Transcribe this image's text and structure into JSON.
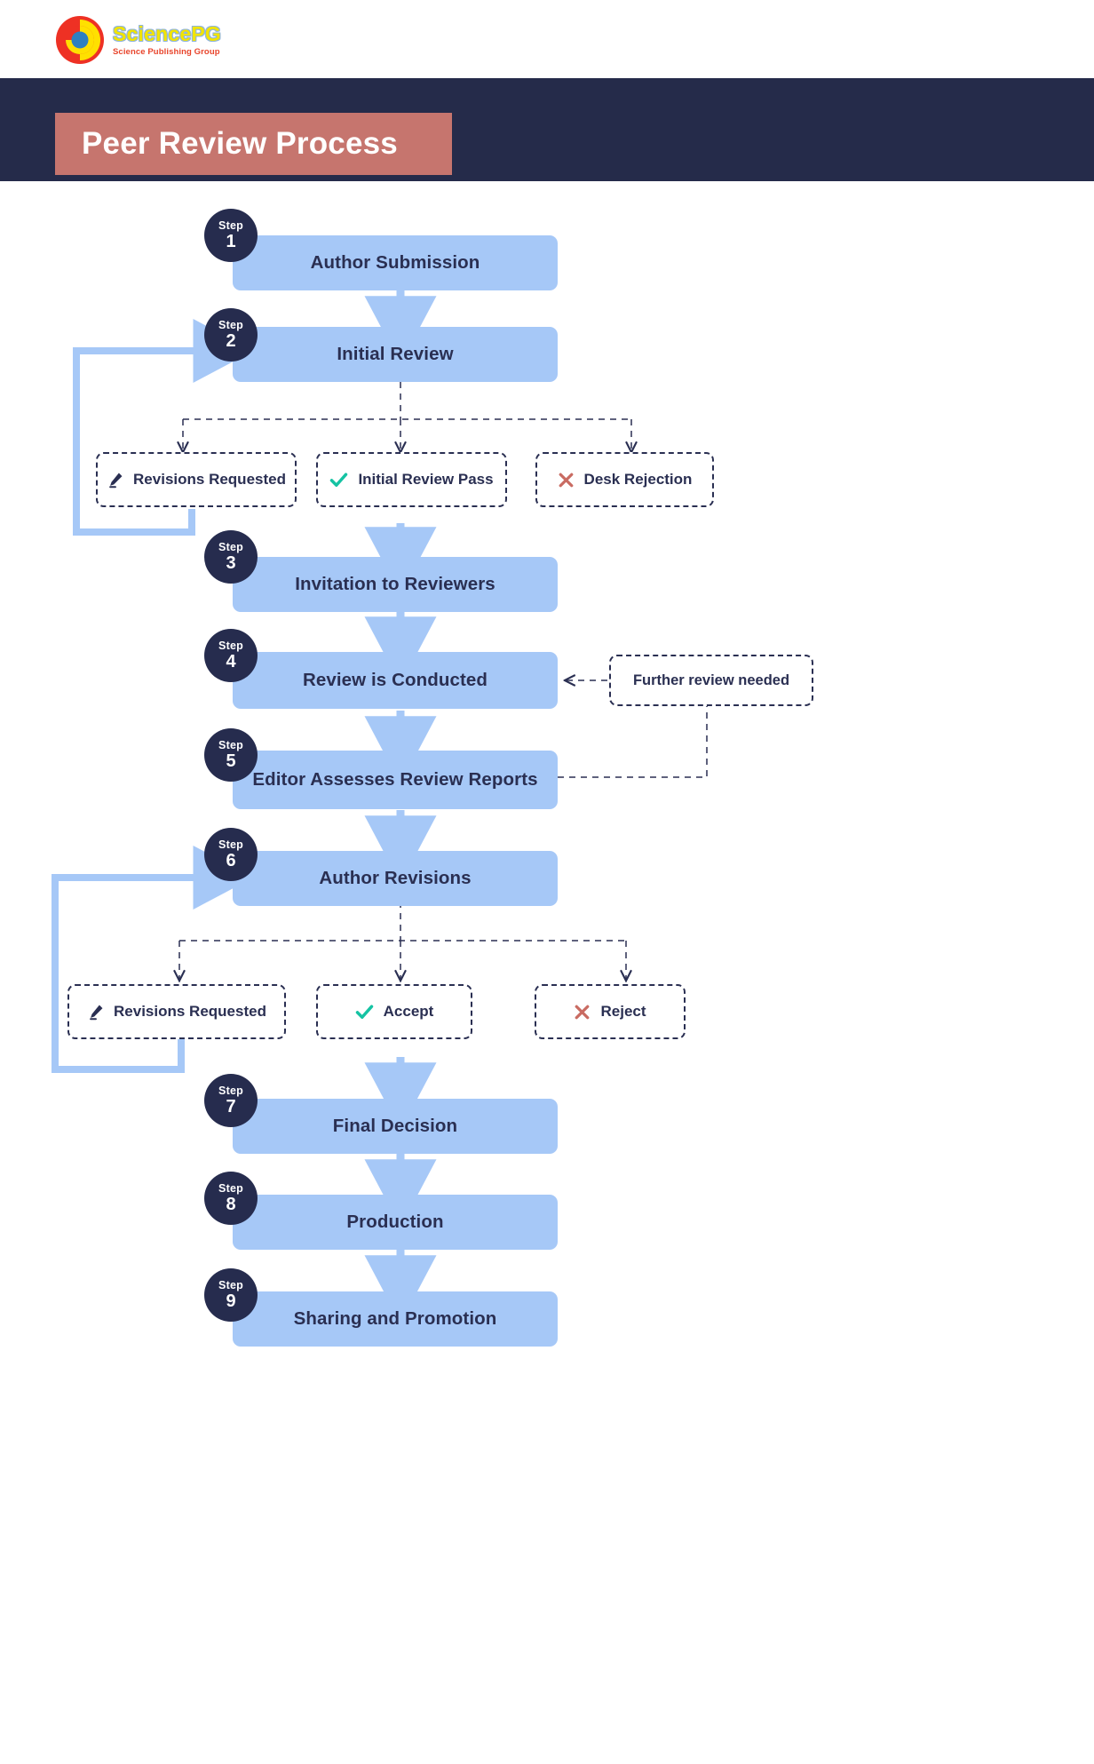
{
  "header": {
    "logo": {
      "mark_icon": "sciencepg-circular-logo",
      "title": "SciencePG",
      "subtitle": "Science Publishing Group"
    },
    "banner_title": "Peer Review Process"
  },
  "colors": {
    "navy_band": "#252B4A",
    "banner": "#C6756E",
    "step_box": "#A6C8F7",
    "step_badge": "#262C4E",
    "text_navy": "#2A2F52",
    "arrow_blue": "#A6C8F7",
    "check_teal": "#15C3A3",
    "cross_red": "#C96B62",
    "pencil_navy": "#2A2F52"
  },
  "flow": {
    "steps": [
      {
        "n": "1",
        "step_label": "Step",
        "title": "Author Submission"
      },
      {
        "n": "2",
        "step_label": "Step",
        "title": "Initial Review"
      },
      {
        "n": "3",
        "step_label": "Step",
        "title": "Invitation to Reviewers"
      },
      {
        "n": "4",
        "step_label": "Step",
        "title": "Review is Conducted"
      },
      {
        "n": "5",
        "step_label": "Step",
        "title": "Editor Assesses Review Reports"
      },
      {
        "n": "6",
        "step_label": "Step",
        "title": "Author Revisions"
      },
      {
        "n": "7",
        "step_label": "Step",
        "title": "Final Decision"
      },
      {
        "n": "8",
        "step_label": "Step",
        "title": "Production"
      },
      {
        "n": "9",
        "step_label": "Step",
        "title": "Sharing and Promotion"
      }
    ],
    "branches_after_initial_review": [
      {
        "icon": "pencil-icon",
        "label": "Revisions Requested"
      },
      {
        "icon": "check-icon",
        "label": "Initial Review Pass"
      },
      {
        "icon": "cross-icon",
        "label": "Desk Rejection"
      }
    ],
    "branches_after_author_revisions": [
      {
        "icon": "pencil-icon",
        "label": "Revisions Requested"
      },
      {
        "icon": "check-icon",
        "label": "Accept"
      },
      {
        "icon": "cross-icon",
        "label": "Reject"
      }
    ],
    "side_note": {
      "label": "Further review needed"
    }
  }
}
